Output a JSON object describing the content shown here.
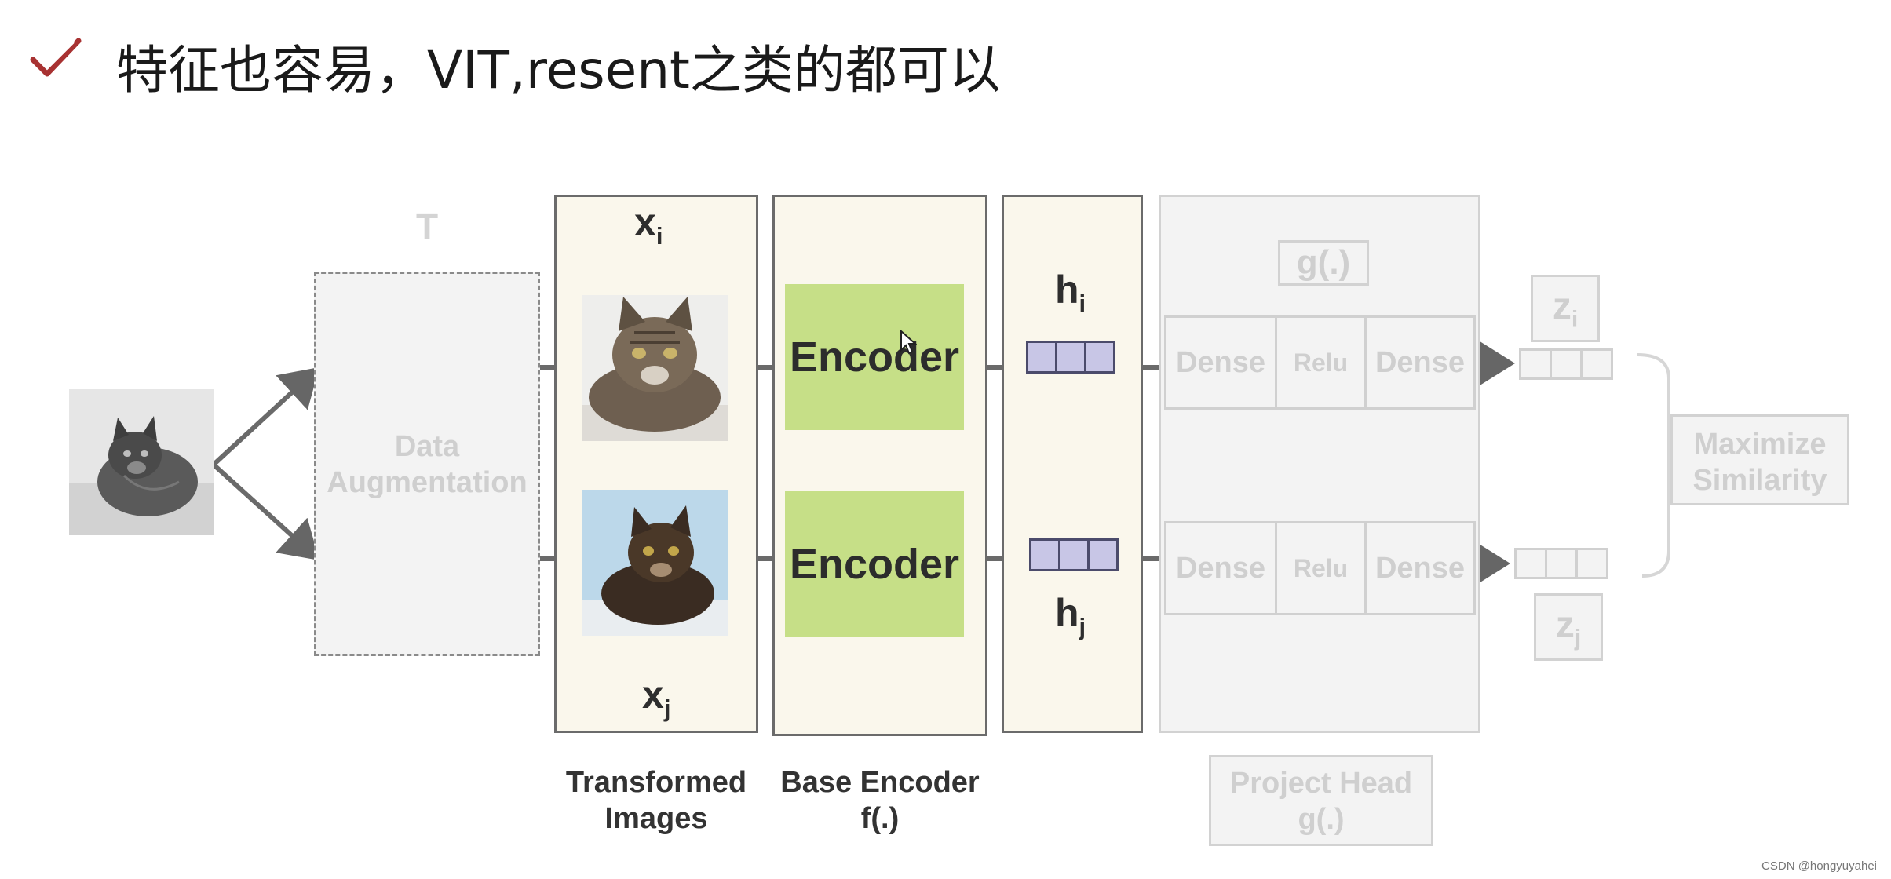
{
  "header": {
    "title": "特征也容易，VIT,resent之类的都可以"
  },
  "diagram": {
    "t_label": "T",
    "augmentation_label_line1": "Data",
    "augmentation_label_line2": "Augmentation",
    "xi_base": "x",
    "xi_sub": "i",
    "xj_base": "x",
    "xj_sub": "j",
    "encoder_top": "Encoder",
    "encoder_bottom": "Encoder",
    "hi_base": "h",
    "hi_sub": "i",
    "hj_base": "h",
    "hj_sub": "j",
    "g_label": "g(.)",
    "dense_row_top": [
      "Dense",
      "Relu",
      "Dense"
    ],
    "dense_row_bottom": [
      "Dense",
      "Relu",
      "Dense"
    ],
    "zi_base": "z",
    "zi_sub": "i",
    "zj_base": "z",
    "zj_sub": "j",
    "maximize_line1": "Maximize",
    "maximize_line2": "Similarity",
    "caption_transformed_line1": "Transformed",
    "caption_transformed_line2": "Images",
    "caption_base_line1": "Base Encoder",
    "caption_base_line2": "f(.)",
    "caption_project_line1": "Project Head",
    "caption_project_line2": "g(.)"
  },
  "colors": {
    "encoder": "#c6df87",
    "h_vector": "#c8c6e6",
    "cream_panel": "#faf7ec",
    "faded_panel": "#f3f3f3",
    "checkmark": "#a83232"
  },
  "watermark": "CSDN @hongyuyahei"
}
